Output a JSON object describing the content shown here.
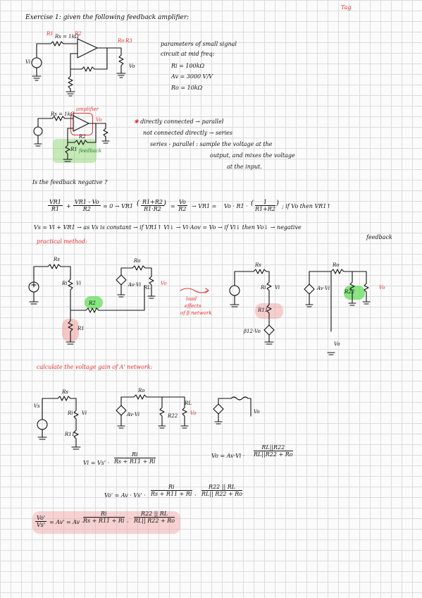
{
  "header": {
    "tag": "Tag"
  },
  "exercise_title": "Exercise 1: given the following feedback amplifier:",
  "circuit1": {
    "labels": {
      "r1": "R1",
      "r2": "R2",
      "rs": "Rs = 1kΩ",
      "r3": "R3",
      "ro": "Ro",
      "vo": "Vo",
      "vi": "Vi"
    },
    "params": {
      "heading_1": "parameters of small signal",
      "heading_2": "circuit at mid freq:",
      "ri": "Ri = 100kΩ",
      "av": "Av = 3000 V/V",
      "ro": "Ro = 10kΩ"
    }
  },
  "circuit2": {
    "amplifier_label": "amplifier",
    "feedback_label": "feedback",
    "rs": "Rs = 1kΩ",
    "r2": "R2",
    "r1": "R1",
    "vo": "Vo"
  },
  "connection_notes": {
    "line1": "directly connected → parallel",
    "line2": "not connected directly → series",
    "line3": "series - parallel : sample the voltage at the",
    "line4": "output, and mixes the voltage",
    "line5": "at the input."
  },
  "question": "Is the feedback negative ?",
  "eq1": {
    "f1_num": "VR1",
    "f1_den": "R1",
    "plus": "+",
    "f2_num": "VR1 - Vo",
    "f2_den": "R2",
    "eq0": "= 0 → VR1",
    "f3_num": "R1+R2",
    "f3_den": "R1·R2",
    "eq": "=",
    "f4_num": "Vo",
    "f4_den": "R2",
    "arrow": "→ VR1 =",
    "rhs": "Vo · R1 ·",
    "f5_num": "1",
    "f5_den": "R1+R2",
    "tail": "; if Vo then VR1↑"
  },
  "eq2": {
    "text": "Vs = Vi + VR1 → as Vs is constant → if VR1↑ Vi↓ → Vi·Aov = Vo → if Vi↓ then Vo↓ → negative",
    "tail": "feedback"
  },
  "practical_method": "practical method:",
  "circuit3": {
    "rs": "Rs",
    "ri": "Ri",
    "vi": "Vi",
    "ro": "Ro",
    "rl": "RL",
    "vo": "Vo",
    "r2": "R2",
    "r1": "R1",
    "avvi": "Av·Vi"
  },
  "load_note": {
    "l1": "load",
    "l2": "effects",
    "l3": "of β network"
  },
  "circuit4": {
    "rs": "Rs",
    "ri": "Ri",
    "vi": "Vi",
    "r11": "R11",
    "b12": "β12·Vo"
  },
  "circuit5": {
    "ro": "Ro",
    "avvi": "Av·Vi",
    "r22": "R22",
    "vo": "Vo"
  },
  "calc_heading": "calculate the voltage gain of A' network:",
  "circuit6": {
    "rs": "Rs",
    "ri": "Ri",
    "vi": "Vi",
    "vs": "Vs",
    "r11": "R11"
  },
  "circuit7": {
    "ro": "Ro",
    "avvi": "Av·Vi",
    "r22": "R22",
    "rl": "RL",
    "vo": "Vo"
  },
  "circuit8": {
    "vo": "Vo"
  },
  "eq3": {
    "lhs": "Vi = Vs' ·",
    "num": "Ri",
    "den": "Rs + R11 + Ri"
  },
  "eq4": {
    "lhs": "Vo = Av·Vi ·",
    "num": "RL||R22",
    "den": "RL||R22 + Ro"
  },
  "eq5": {
    "lhs": "Vo' = Av · Vs' ·",
    "n1": "Ri",
    "d1": "Rs + R11 + Ri",
    "n2": "R22 || RL",
    "d2": "RL|| R22  +  Ro"
  },
  "eq6": {
    "lhs_num": "Vo'",
    "lhs_den": "Vs'",
    "mid": "= Av' = Av ·",
    "n1": "Ri",
    "d1": "Rs + R11 + Ri",
    "n2": "R22 || RL",
    "d2": "RL|| R22  +  Ro"
  }
}
